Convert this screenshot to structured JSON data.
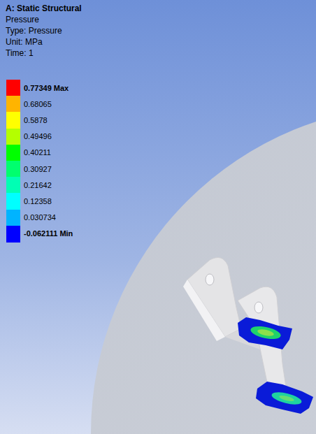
{
  "diagram": {
    "title": "A: Static Structural",
    "labels": [
      "Pressure",
      "Type: Pressure",
      "Unit: MPa",
      "Time: 1"
    ],
    "legend": [
      {
        "text": "0.77349 Max",
        "color": "#ff0000"
      },
      {
        "text": "0.68065",
        "color": "#ffb400"
      },
      {
        "text": "0.5878",
        "color": "#ffff00"
      },
      {
        "text": "0.49496",
        "color": "#b4ff00"
      },
      {
        "text": "0.40211",
        "color": "#00ff00"
      },
      {
        "text": "0.30927",
        "color": "#00ff6e"
      },
      {
        "text": "0.21642",
        "color": "#00ffb4"
      },
      {
        "text": "0.12358",
        "color": "#00ffff"
      },
      {
        "text": "0.030734",
        "color": "#00b4ff"
      },
      {
        "text": "-0.062111 Min",
        "color": "#0000ff"
      }
    ]
  }
}
